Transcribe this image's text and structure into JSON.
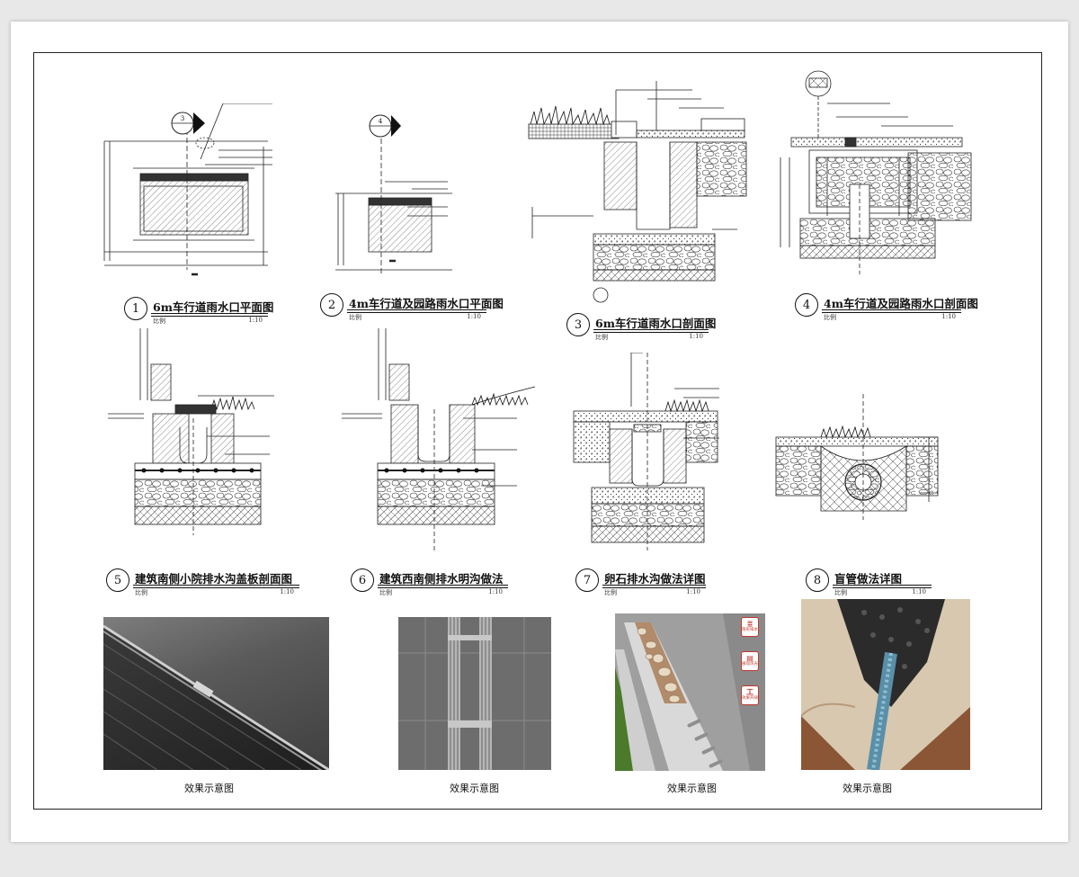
{
  "drawings": [
    {
      "number": "1",
      "title": "6m车行道雨水口平面图",
      "scale_label": "比例",
      "scale": "1:10"
    },
    {
      "number": "2",
      "title": "4m车行道及园路雨水口平面图",
      "scale_label": "比例",
      "scale": "1:10"
    },
    {
      "number": "3",
      "title": "6m车行道雨水口剖面图",
      "scale_label": "比例",
      "scale": "1:10"
    },
    {
      "number": "4",
      "title": "4m车行道及园路雨水口剖面图",
      "scale_label": "比例",
      "scale": "1:10"
    },
    {
      "number": "5",
      "title": "建筑南侧小院排水沟盖板剖面图",
      "scale_label": "比例",
      "scale": "1:10"
    },
    {
      "number": "6",
      "title": "建筑西南侧排水明沟做法",
      "scale_label": "比例",
      "scale": "1:10"
    },
    {
      "number": "7",
      "title": "卵石排水沟做法详图",
      "scale_label": "比例",
      "scale": "1:10"
    },
    {
      "number": "8",
      "title": "盲管做法详图",
      "scale_label": "比例",
      "scale": "1:10"
    }
  ],
  "section_marks": {
    "plan1": "3",
    "plan2": "4"
  },
  "photos": [
    {
      "caption": "效果示意图"
    },
    {
      "caption": "效果示意图"
    },
    {
      "caption": "效果示意图",
      "badges": [
        "隐形排水",
        "展现风光",
        "效果开阔"
      ]
    },
    {
      "caption": "效果示意图"
    }
  ]
}
